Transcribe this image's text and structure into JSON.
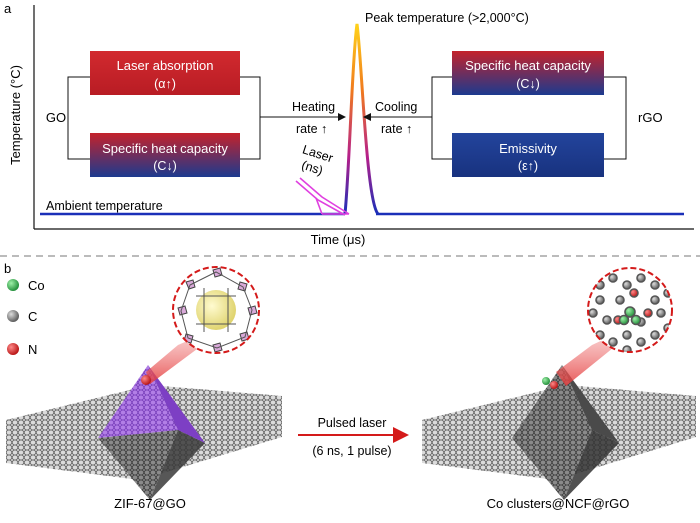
{
  "panel_a": {
    "label": "a",
    "y_axis_label": "Temperature (°C)",
    "x_axis_label": "Time (μs)",
    "peak_label": "Peak temperature (>2,000°C)",
    "ambient_label": "Ambient temperature",
    "left_material": "GO",
    "right_material": "rGO",
    "box_laser_absorption": {
      "title": "Laser absorption",
      "sub": "(α↑)"
    },
    "box_heat_capacity_left": {
      "title": "Specific heat capacity",
      "sub": "(C↓)"
    },
    "box_heat_capacity_right": {
      "title": "Specific heat capacity",
      "sub": "(C↓)"
    },
    "box_emissivity": {
      "title": "Emissivity",
      "sub": "(ε↑)"
    },
    "heating": {
      "line1": "Heating",
      "line2": "rate ↑"
    },
    "cooling": {
      "line1": "Cooling",
      "line2": "rate ↑"
    },
    "laser": {
      "line1": "Laser",
      "line2": "(ns)"
    }
  },
  "panel_b": {
    "label": "b",
    "legend": [
      {
        "name": "Co",
        "color": "#2faa4a"
      },
      {
        "name": "C",
        "color": "#777777"
      },
      {
        "name": "N",
        "color": "#d41a1a"
      }
    ],
    "arrow_line1": "Pulsed laser",
    "arrow_line2": "(6 ns, 1 pulse)",
    "left_caption": "ZIF-67@GO",
    "right_caption": "Co clusters@NCF@rGO"
  },
  "colors": {
    "red_box": "#c4222b",
    "blue_box": "#1c3a8f",
    "curve": "#1a2fb8",
    "laser": "#e040e0",
    "zif": "#9b5bd6"
  }
}
